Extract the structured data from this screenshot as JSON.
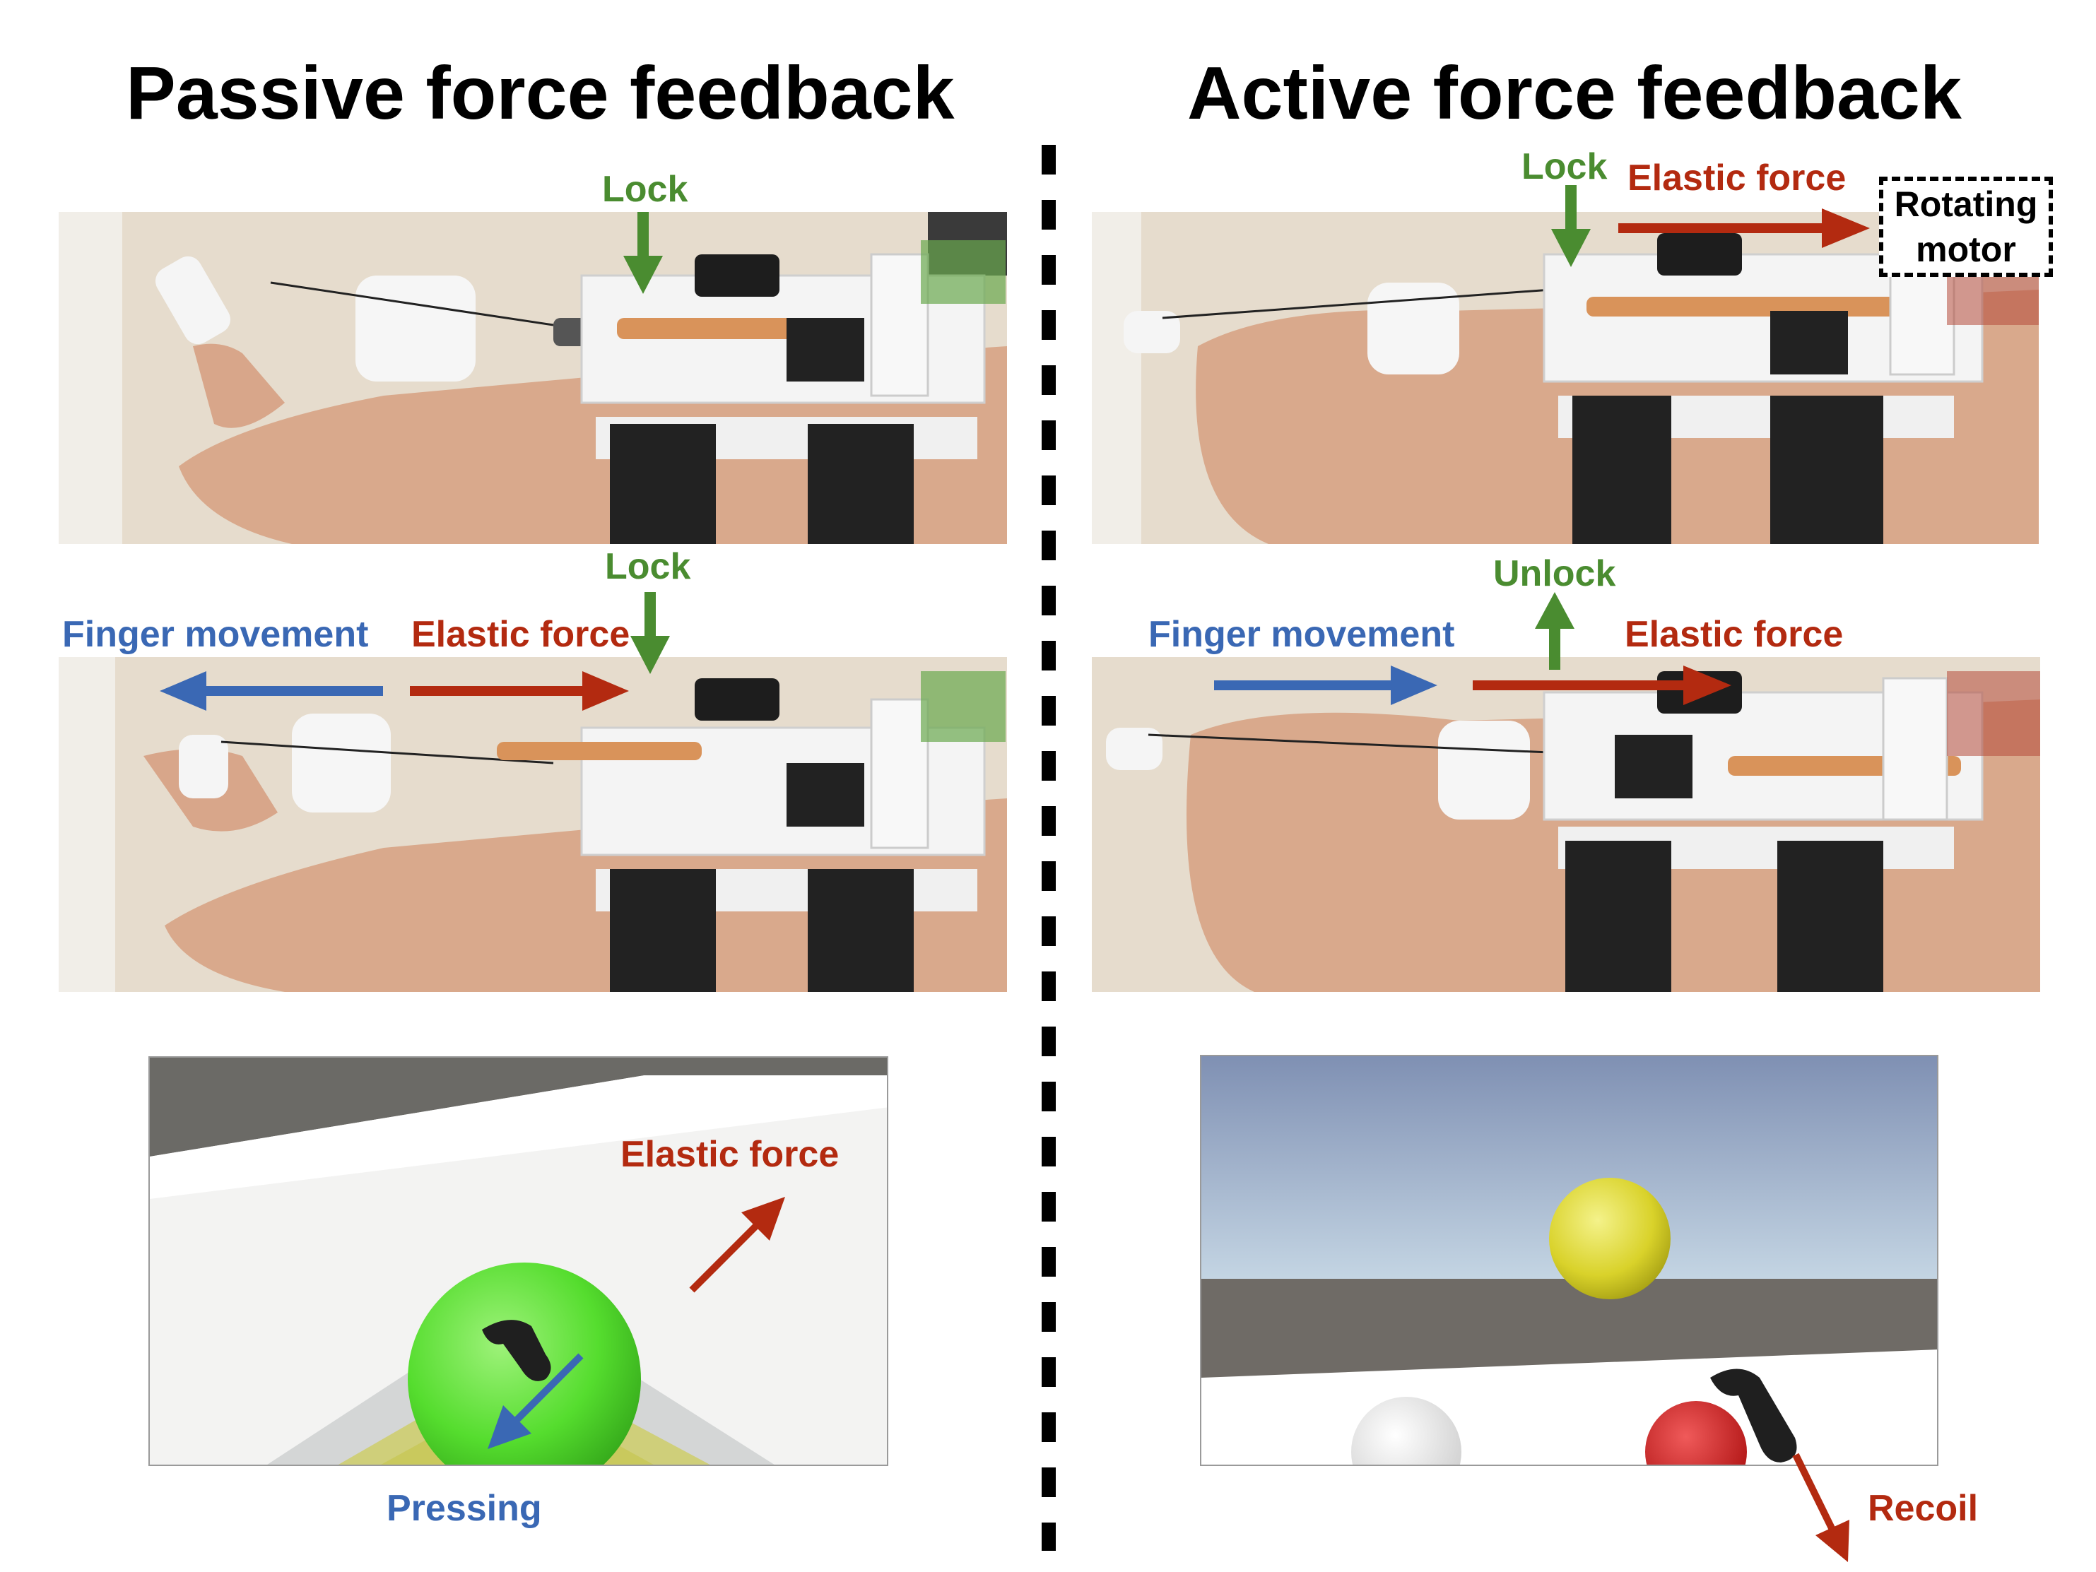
{
  "headings": {
    "passive": "Passive force feedback",
    "active": "Active force feedback"
  },
  "passive": {
    "photo1_lock": "Lock",
    "photo2_lock": "Lock",
    "photo2_finger": "Finger movement",
    "photo2_elastic": "Elastic force",
    "vr_elastic": "Elastic force",
    "vr_pressing": "Pressing"
  },
  "active": {
    "photo1_lock": "Lock",
    "photo1_elastic": "Elastic force",
    "motor_label_line1": "Rotating",
    "motor_label_line2": "motor",
    "photo2_unlock": "Unlock",
    "photo2_finger": "Finger movement",
    "photo2_elastic": "Elastic force",
    "vr_recoil": "Recoil"
  },
  "colors": {
    "green": "#4a8c30",
    "red": "#b32a10",
    "blue": "#3a68b4"
  }
}
